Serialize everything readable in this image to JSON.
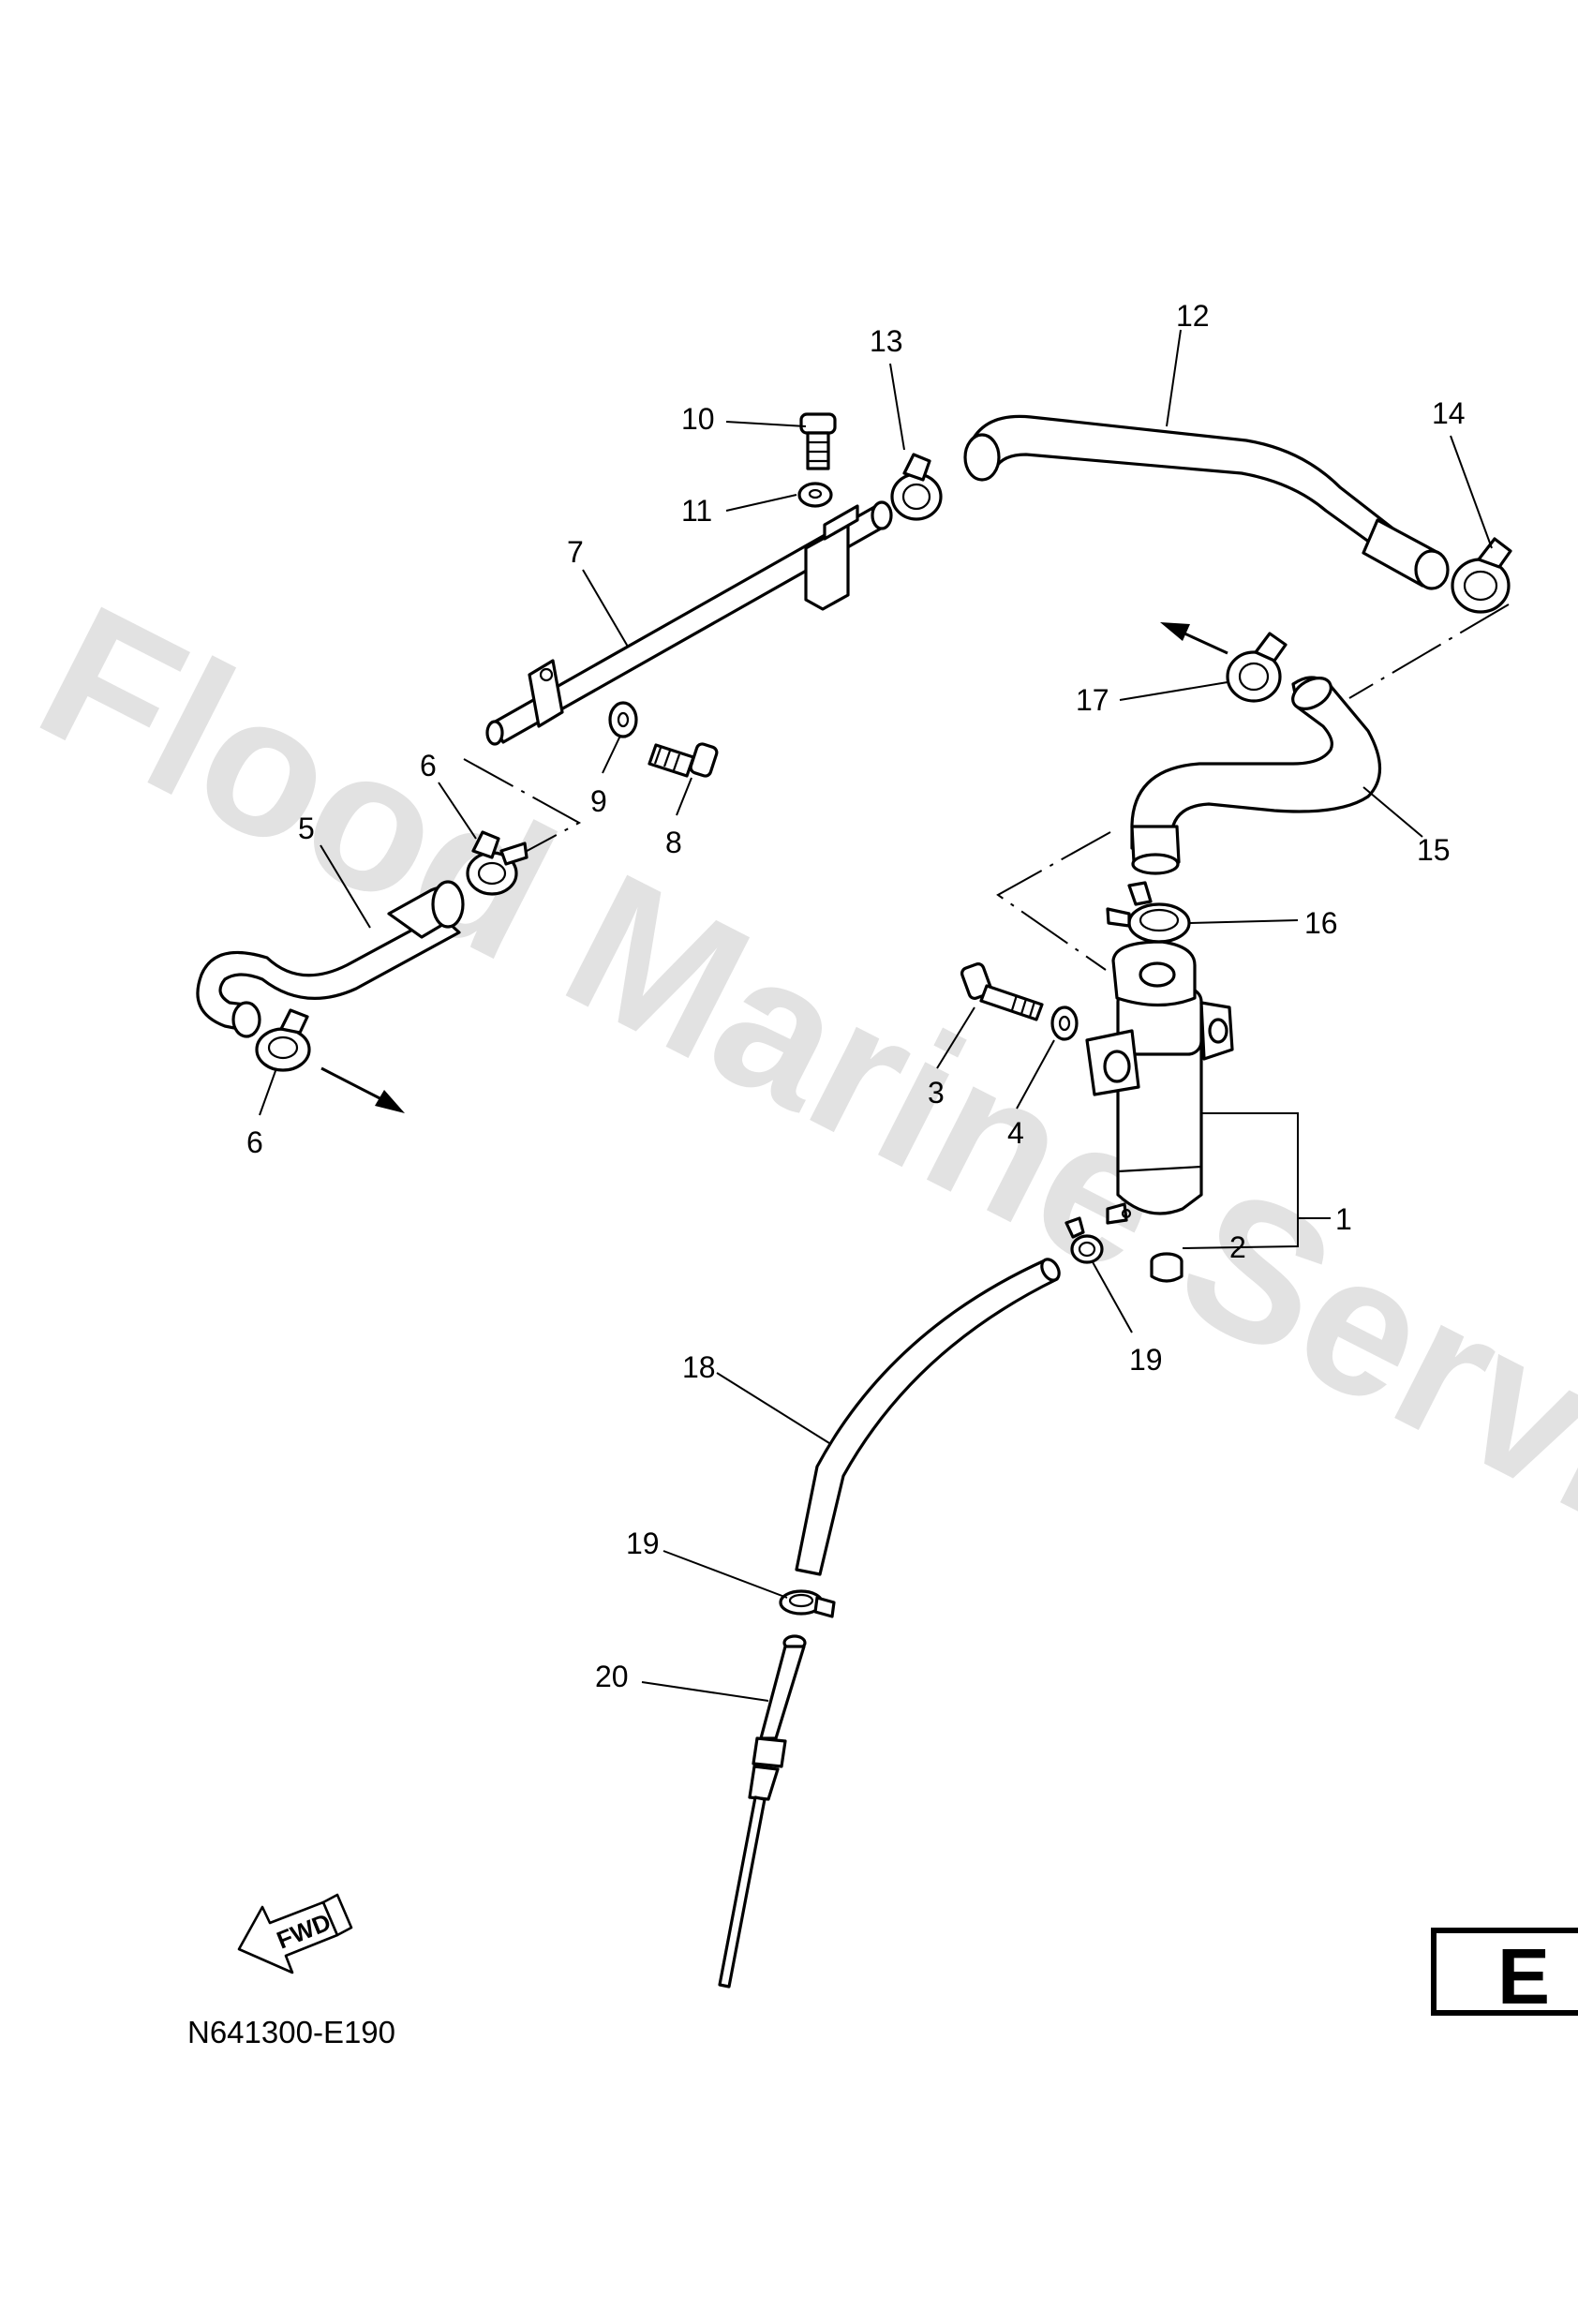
{
  "watermark": "Flood Marine Services",
  "drawing_code": "N641300-E190",
  "section_letter": "E",
  "fwd_label": "FWD",
  "callouts": [
    "1",
    "2",
    "3",
    "4",
    "5",
    "6",
    "6",
    "7",
    "8",
    "9",
    "10",
    "11",
    "12",
    "13",
    "14",
    "15",
    "16",
    "17",
    "18",
    "19",
    "19",
    "20"
  ]
}
